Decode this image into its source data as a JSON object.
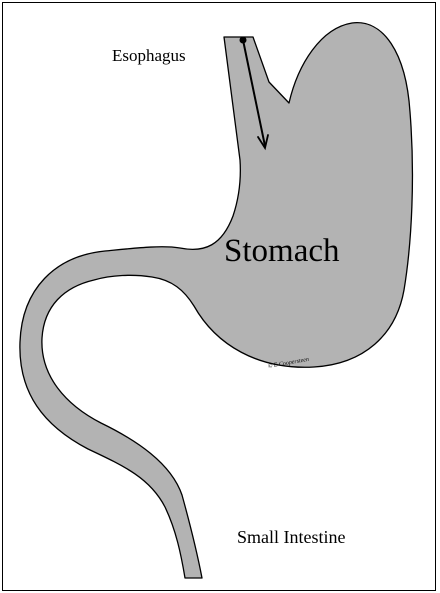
{
  "labels": {
    "esophagus": "Esophagus",
    "stomach": "Stomach",
    "small_intestine": "Small Intestine",
    "copyright": "© E Coopersteen"
  },
  "colors": {
    "organ_fill": "#b3b3b3",
    "outline": "#000000",
    "background": "#ffffff"
  }
}
